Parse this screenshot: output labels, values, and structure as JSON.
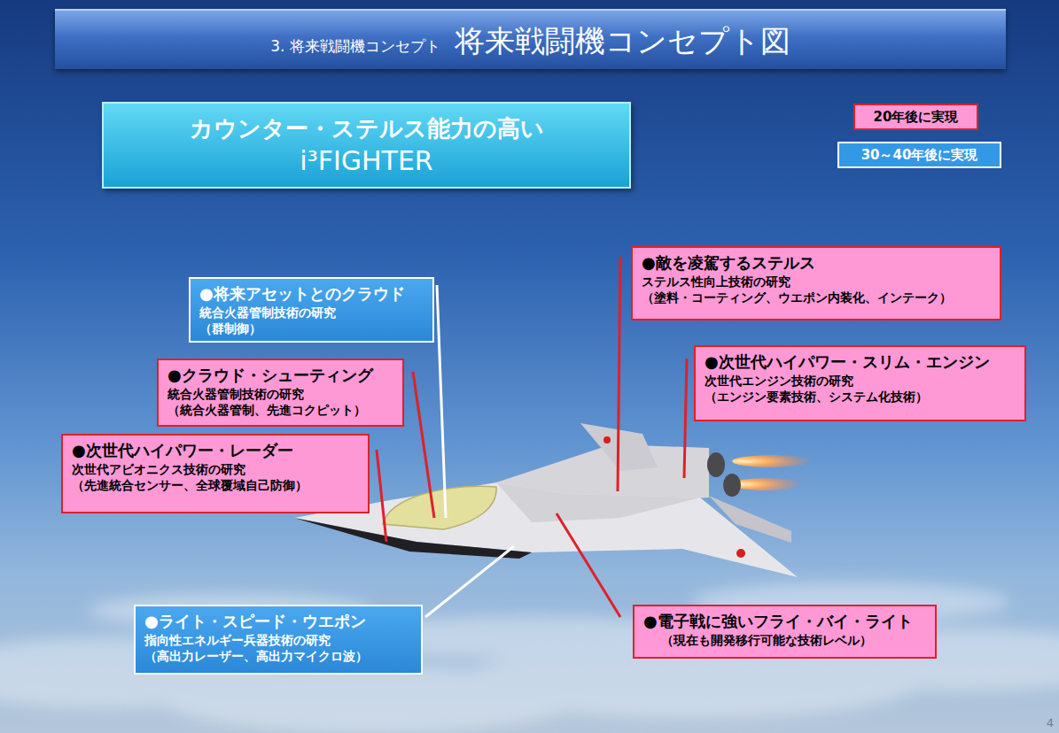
{
  "diagram": {
    "title": "将来戦闘機コンセプト図",
    "nodes": [
      {
        "text": [
          "カウンター・ステルス能力の高い",
          "i³FIGHTER"
        ]
      },
      {
        "text": [
          "●敵を凌駕するステルス",
          "ステルス性向上技術の研究",
          "（塗料・コーティング、ウエポン内装化、インテーク）"
        ]
      },
      {
        "text": [
          "●将来アセットとのクラウド",
          "統合火器管制技術の研究",
          "（群制御）"
        ]
      },
      {
        "text": [
          "●次世代ハイパワー・スリム・エンジン",
          "次世代エンジン技術の研究",
          "（エンジン要素技術、システム化技術）"
        ]
      },
      {
        "text": [
          "●クラウド・シューティング",
          "統合火器管制技術の研究",
          "（統合火器管制、先進コクピット）"
        ]
      },
      {
        "text": [
          "●次世代ハイパワー・レーダー",
          "次世代アビオニクス技術の研究",
          "（先進統合センサー、全球覆域自己防御）"
        ]
      },
      {
        "text": [
          "●ライト・スピード・ウエポン",
          "指向性エネルギー兵器技術の研究",
          "（高出力レーザー、高出力マイクロ波）"
        ]
      },
      {
        "text": [
          "●電子戦に強いフライ・バイ・ライト",
          "（現在も開発移行可能な技術レベル）"
        ]
      }
    ],
    "labels": [
      "3. 将来戦闘機コンセプト",
      "4"
    ],
    "legend": [
      {
        "text": "20年後に実現",
        "color": "#ff99d6"
      },
      {
        "text": "30～40年後に実現",
        "color": "#3399e6"
      }
    ]
  }
}
